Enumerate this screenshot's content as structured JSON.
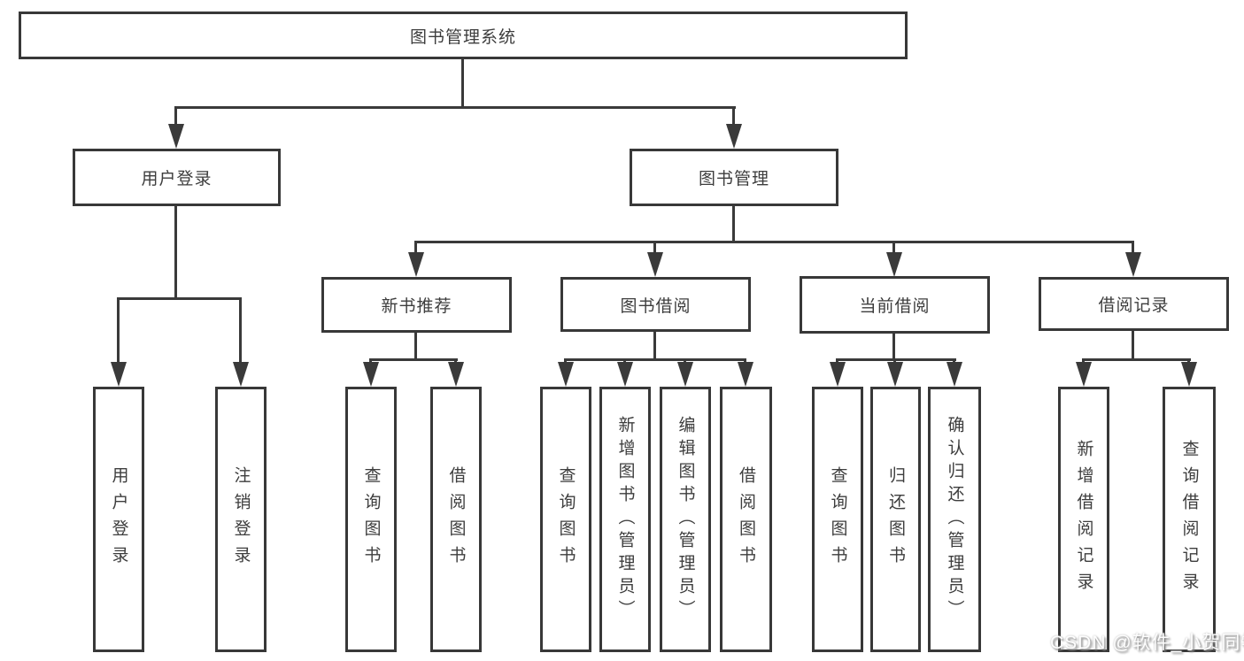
{
  "tree": {
    "label": "图书管理系统",
    "children": [
      {
        "label": "用户登录",
        "children": [
          {
            "label": "用户登录"
          },
          {
            "label": "注销登录"
          }
        ]
      },
      {
        "label": "图书管理",
        "children": [
          {
            "label": "新书推荐",
            "children": [
              {
                "label": "查询图书"
              },
              {
                "label": "借阅图书"
              }
            ]
          },
          {
            "label": "图书借阅",
            "children": [
              {
                "label": "查询图书"
              },
              {
                "label": "新增图书（管理员）"
              },
              {
                "label": "编辑图书（管理员）"
              },
              {
                "label": "借阅图书"
              }
            ]
          },
          {
            "label": "当前借阅",
            "children": [
              {
                "label": "查询图书"
              },
              {
                "label": "归还图书"
              },
              {
                "label": "确认归还（管理员）"
              }
            ]
          },
          {
            "label": "借阅记录",
            "children": [
              {
                "label": "新增借阅记录"
              },
              {
                "label": "查询借阅记录"
              }
            ]
          }
        ]
      }
    ]
  },
  "watermark": {
    "text": "CSDN @软件_小贺同学"
  },
  "colors": {
    "line": "#3a3a3a",
    "border": "#383838",
    "text": "#3d3d3d",
    "background": "#ffffff",
    "watermark_text": "#fdfdfd",
    "watermark_shadow": "#8c8c8c"
  }
}
